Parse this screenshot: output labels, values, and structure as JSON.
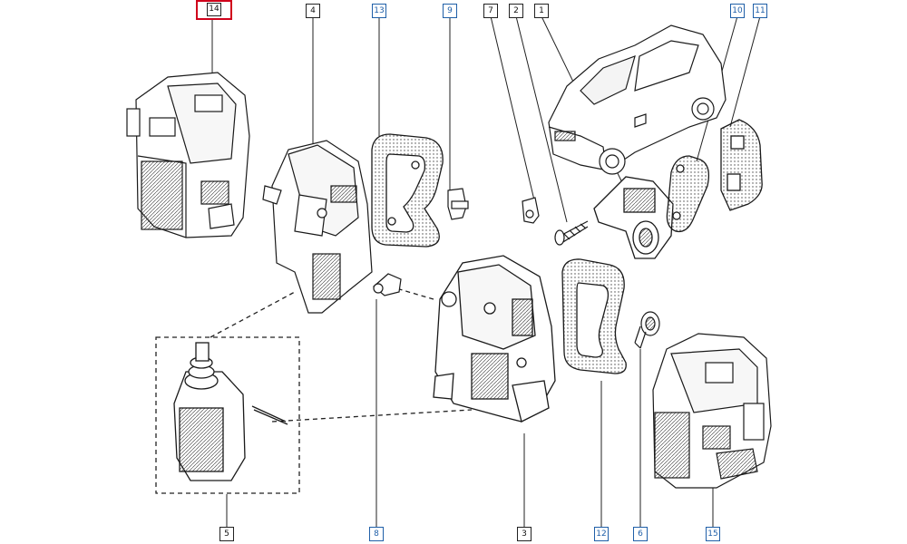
{
  "title": "",
  "colors": {
    "line": "#1a1a1a",
    "accent_box": "#d0021b",
    "callout_blue": "#1f5fa8"
  },
  "callouts": [
    {
      "id": "c14",
      "label": "14",
      "style": "highlight"
    },
    {
      "id": "c4",
      "label": "4",
      "style": "black"
    },
    {
      "id": "c13",
      "label": "13",
      "style": "blue"
    },
    {
      "id": "c9",
      "label": "9",
      "style": "blue"
    },
    {
      "id": "c7",
      "label": "7",
      "style": "black"
    },
    {
      "id": "c2",
      "label": "2",
      "style": "black"
    },
    {
      "id": "c1",
      "label": "1",
      "style": "black"
    },
    {
      "id": "c10",
      "label": "10",
      "style": "blue"
    },
    {
      "id": "c11",
      "label": "11",
      "style": "blue"
    },
    {
      "id": "c5",
      "label": "5",
      "style": "black"
    },
    {
      "id": "c8",
      "label": "8",
      "style": "blue"
    },
    {
      "id": "c3",
      "label": "3",
      "style": "black"
    },
    {
      "id": "c12",
      "label": "12",
      "style": "blue"
    },
    {
      "id": "c6",
      "label": "6",
      "style": "blue"
    },
    {
      "id": "c15",
      "label": "15",
      "style": "blue"
    }
  ]
}
